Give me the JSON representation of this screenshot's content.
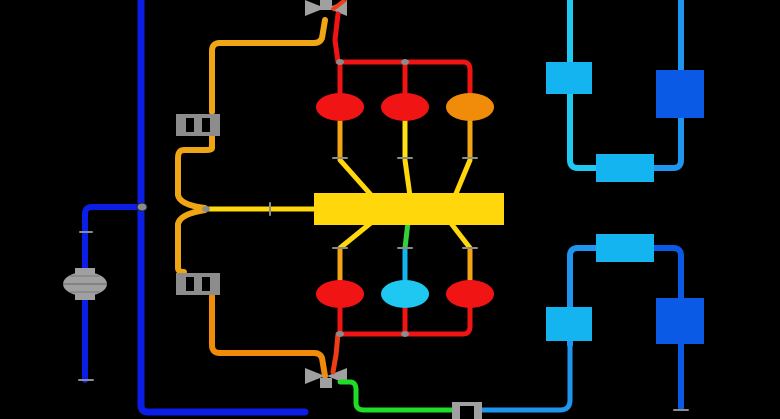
{
  "title": "",
  "colors": {
    "background": "#000000",
    "blue_dark": "#0a1ee6",
    "blue_mid": "#0a5ae6",
    "blue_light": "#1e96f0",
    "cyan_bright": "#1ec8f0",
    "cyan": "#14b4f0",
    "red": "#f01414",
    "red_orange": "#f03c14",
    "orange": "#f08c0a",
    "orange_yellow": "#f0a514",
    "yellow": "#ffe114",
    "yellow_bright": "#ffd70a",
    "green": "#32d23c",
    "green_bright": "#1edc28",
    "gray": "#8c8c8c",
    "valve_gray": "#a0a0a0"
  },
  "components": {
    "central_header": {
      "label": "",
      "color_key": "yellow_bright"
    },
    "upper_cells": [
      {
        "color_key": "red"
      },
      {
        "color_key": "red"
      },
      {
        "color_key": "orange"
      }
    ],
    "lower_cells": [
      {
        "color_key": "red"
      },
      {
        "color_key": "cyan_bright"
      },
      {
        "color_key": "red"
      }
    ],
    "right_upper_boxes": [
      {
        "color_key": "cyan"
      },
      {
        "color_key": "blue_mid"
      },
      {
        "color_key": "cyan"
      }
    ],
    "right_lower_boxes": [
      {
        "color_key": "cyan"
      },
      {
        "color_key": "blue_mid"
      },
      {
        "color_key": "cyan"
      }
    ],
    "left_pump": {
      "icon": "pump-icon"
    },
    "valves": [
      "top-valve-icon",
      "bottom-valve-icon",
      "bottom-center-valve-icon"
    ],
    "heat_exchangers": [
      "upper-heat-exchanger-icon",
      "lower-heat-exchanger-icon"
    ]
  }
}
